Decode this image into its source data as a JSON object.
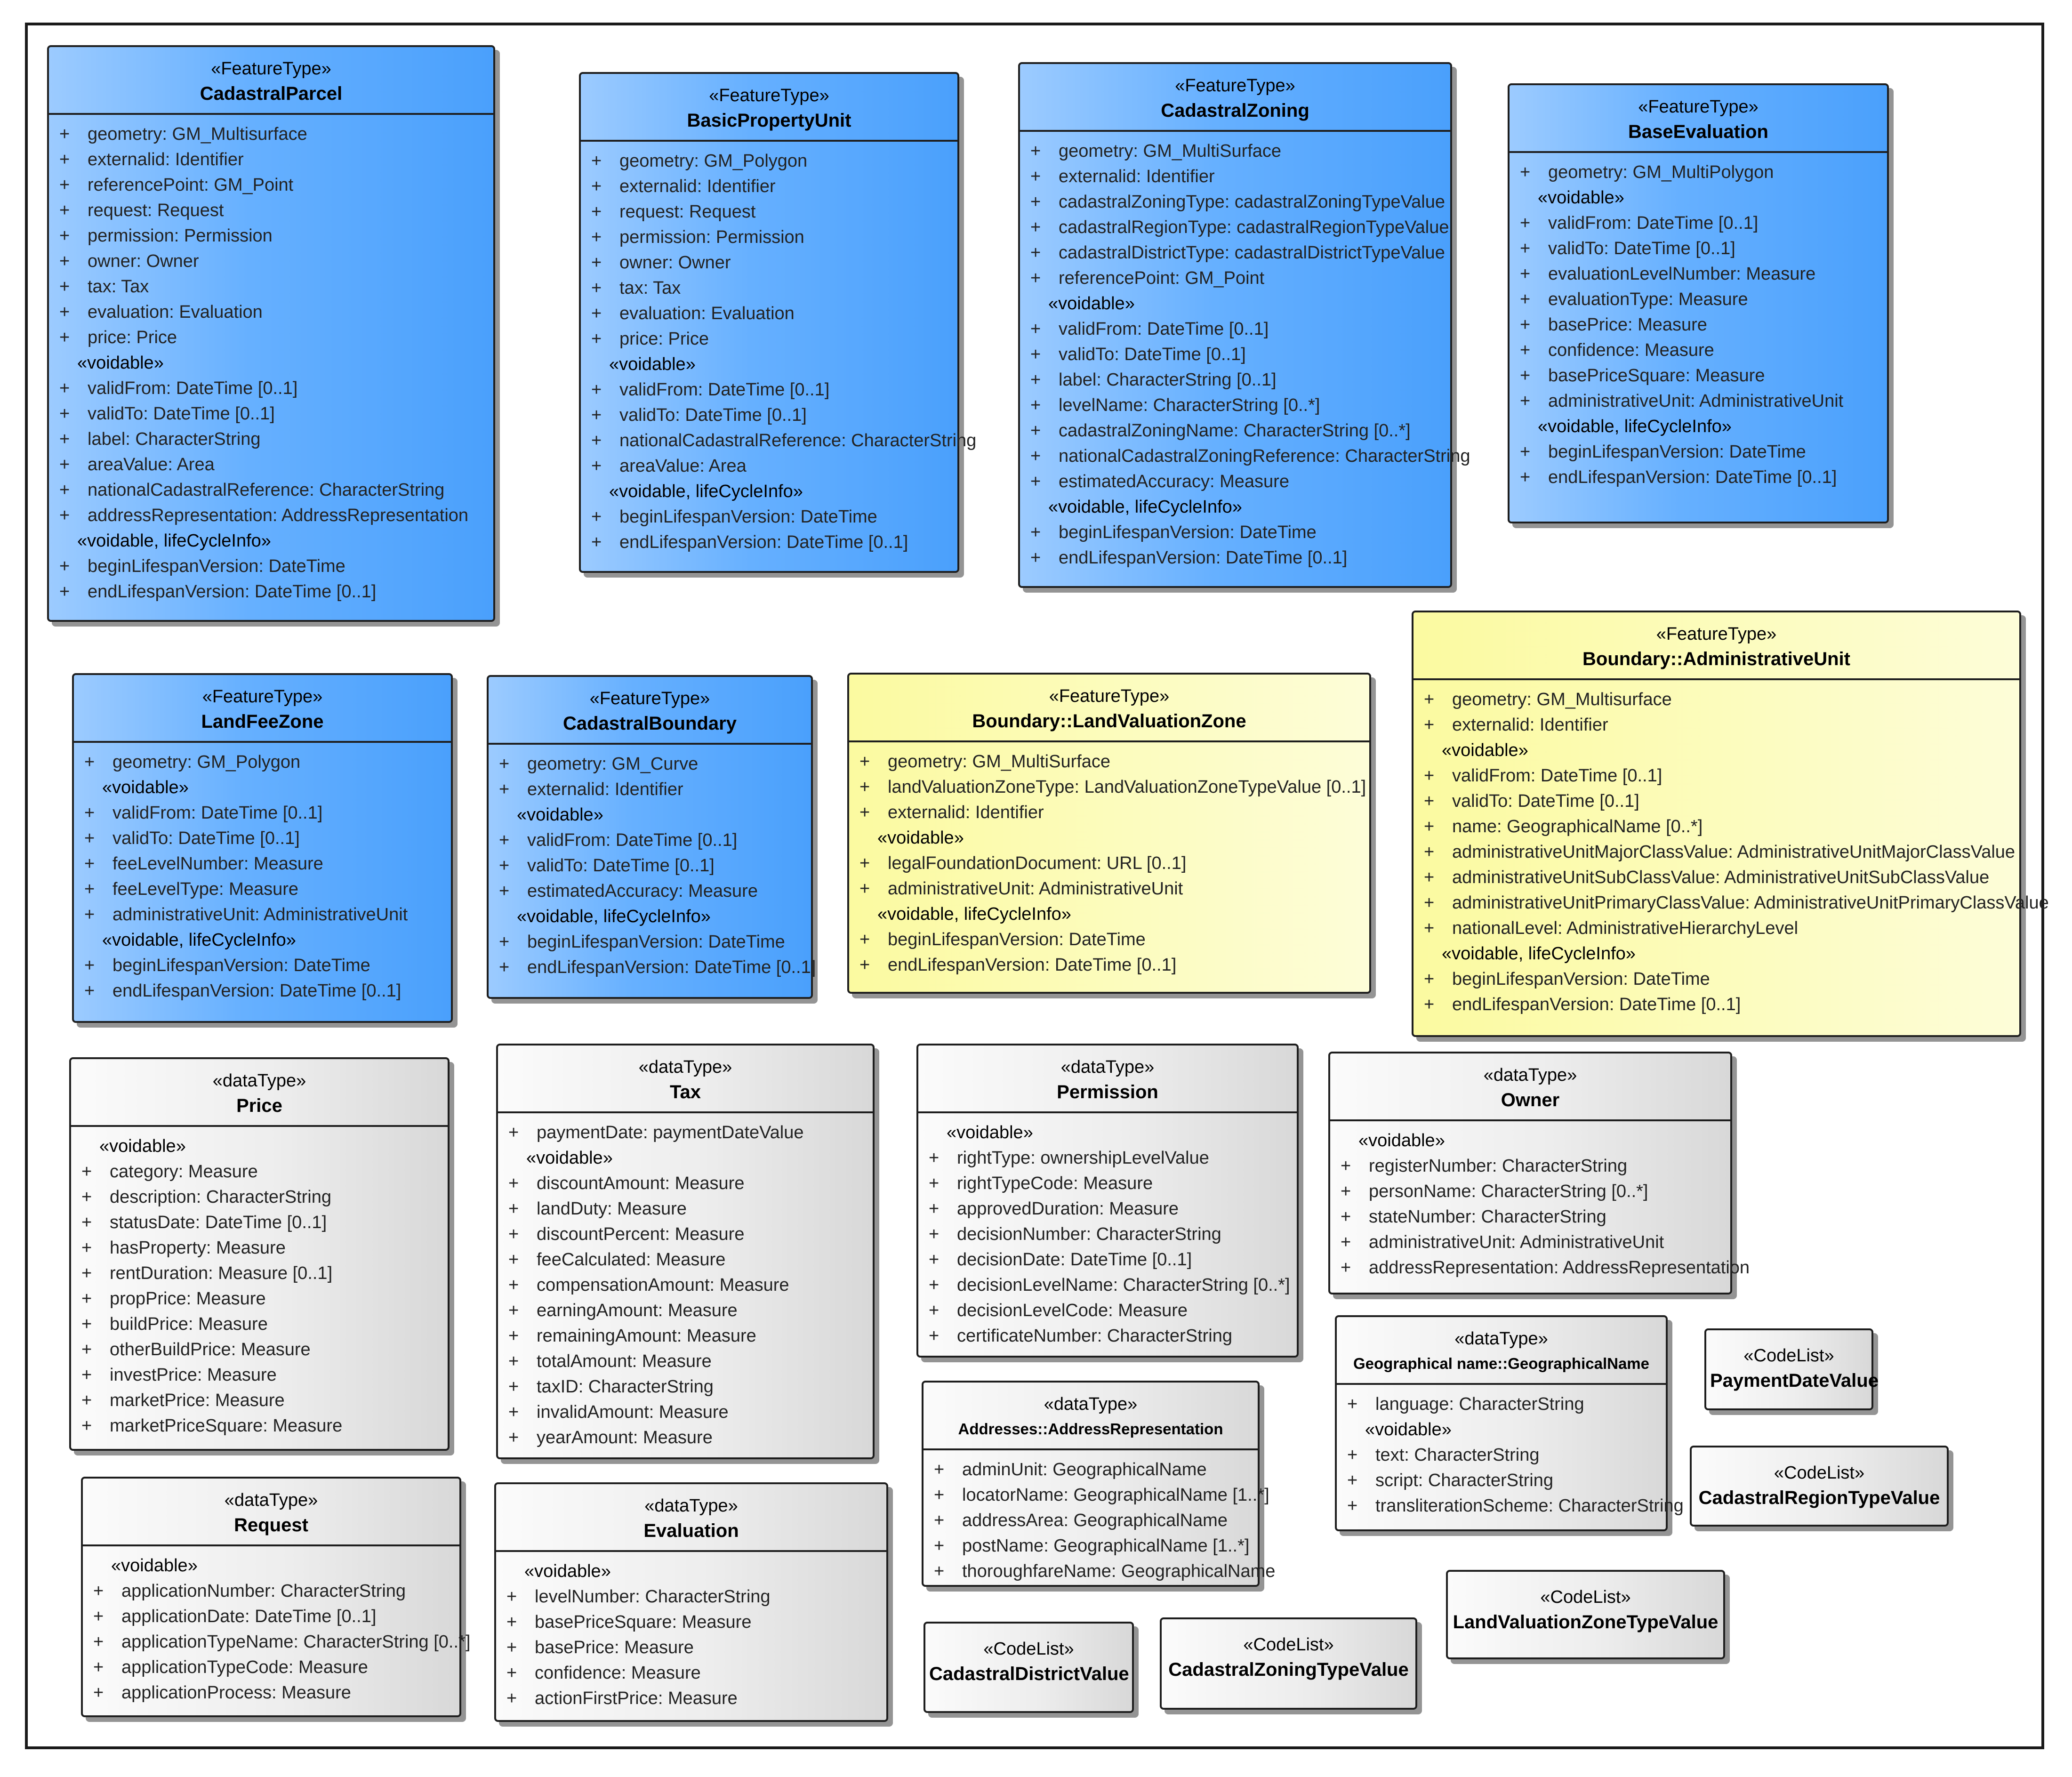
{
  "classes": [
    {
      "id": "cadastral-parcel",
      "style": "blue",
      "stereotype": "«FeatureType»",
      "name": "CadastralParcel",
      "sections": [
        {
          "label": "",
          "attrs": [
            "geometry: GM_Multisurface",
            "externalid: Identifier",
            "referencePoint: GM_Point",
            "request: Request",
            "permission: Permission",
            "owner: Owner",
            "tax: Tax",
            "evaluation: Evaluation",
            "price: Price"
          ]
        },
        {
          "label": "«voidable»",
          "attrs": [
            "validFrom: DateTime [0..1]",
            "validTo: DateTime [0..1]",
            "label: CharacterString",
            "areaValue: Area",
            "nationalCadastralReference: CharacterString",
            "addressRepresentation: AddressRepresentation"
          ]
        },
        {
          "label": "«voidable, lifeCycleInfo»",
          "attrs": [
            "beginLifespanVersion: DateTime",
            "endLifespanVersion: DateTime [0..1]"
          ]
        }
      ]
    },
    {
      "id": "basic-property-unit",
      "style": "blue",
      "stereotype": "«FeatureType»",
      "name": "BasicPropertyUnit",
      "sections": [
        {
          "label": "",
          "attrs": [
            "geometry: GM_Polygon",
            "externalid: Identifier",
            "request: Request",
            "permission: Permission",
            "owner: Owner",
            "tax: Tax",
            "evaluation: Evaluation",
            "price: Price"
          ]
        },
        {
          "label": "«voidable»",
          "attrs": [
            "validFrom: DateTime [0..1]",
            "validTo: DateTime [0..1]",
            "nationalCadastralReference: CharacterString",
            "areaValue: Area"
          ]
        },
        {
          "label": "«voidable, lifeCycleInfo»",
          "attrs": [
            "beginLifespanVersion: DateTime",
            "endLifespanVersion: DateTime [0..1]"
          ]
        }
      ]
    },
    {
      "id": "cadastral-zoning",
      "style": "blue",
      "stereotype": "«FeatureType»",
      "name": "CadastralZoning",
      "sections": [
        {
          "label": "",
          "attrs": [
            "geometry: GM_MultiSurface",
            "externalid: Identifier",
            "cadastralZoningType: cadastralZoningTypeValue",
            "cadastralRegionType: cadastralRegionTypeValue",
            "cadastralDistrictType: cadastralDistrictTypeValue",
            "referencePoint: GM_Point"
          ]
        },
        {
          "label": "«voidable»",
          "attrs": [
            "validFrom: DateTime [0..1]",
            "validTo: DateTime [0..1]",
            "label: CharacterString [0..1]",
            "levelName: CharacterString [0..*]",
            "cadastralZoningName: CharacterString [0..*]",
            "nationalCadastralZoningReference: CharacterString",
            "estimatedAccuracy: Measure"
          ]
        },
        {
          "label": "«voidable, lifeCycleInfo»",
          "attrs": [
            "beginLifespanVersion: DateTime",
            "endLifespanVersion: DateTime [0..1]"
          ]
        }
      ]
    },
    {
      "id": "base-evaluation",
      "style": "blue",
      "stereotype": "«FeatureType»",
      "name": "BaseEvaluation",
      "sections": [
        {
          "label": "",
          "attrs": [
            "geometry: GM_MultiPolygon"
          ]
        },
        {
          "label": "«voidable»",
          "attrs": [
            "validFrom: DateTime [0..1]",
            "validTo: DateTime [0..1]",
            "evaluationLevelNumber: Measure",
            "evaluationType: Measure",
            "basePrice: Measure",
            "confidence: Measure",
            "basePriceSquare: Measure",
            "administrativeUnit: AdministrativeUnit"
          ]
        },
        {
          "label": "«voidable, lifeCycleInfo»",
          "attrs": [
            "beginLifespanVersion: DateTime",
            "endLifespanVersion: DateTime [0..1]"
          ]
        }
      ]
    },
    {
      "id": "land-fee-zone",
      "style": "blue",
      "stereotype": "«FeatureType»",
      "name": "LandFeeZone",
      "sections": [
        {
          "label": "",
          "attrs": [
            "geometry: GM_Polygon"
          ]
        },
        {
          "label": "«voidable»",
          "attrs": [
            "validFrom: DateTime [0..1]",
            "validTo: DateTime [0..1]",
            "feeLevelNumber: Measure",
            "feeLevelType: Measure",
            "administrativeUnit: AdministrativeUnit"
          ]
        },
        {
          "label": "«voidable, lifeCycleInfo»",
          "attrs": [
            "beginLifespanVersion: DateTime",
            "endLifespanVersion: DateTime [0..1]"
          ]
        }
      ]
    },
    {
      "id": "cadastral-boundary",
      "style": "blue",
      "stereotype": "«FeatureType»",
      "name": "CadastralBoundary",
      "sections": [
        {
          "label": "",
          "attrs": [
            "geometry: GM_Curve",
            "externalid: Identifier"
          ]
        },
        {
          "label": "«voidable»",
          "attrs": [
            "validFrom: DateTime [0..1]",
            "validTo: DateTime [0..1]",
            "estimatedAccuracy: Measure"
          ]
        },
        {
          "label": "«voidable, lifeCycleInfo»",
          "attrs": [
            "beginLifespanVersion: DateTime",
            "endLifespanVersion: DateTime [0..1]"
          ]
        }
      ]
    },
    {
      "id": "land-valuation-zone",
      "style": "yellow",
      "stereotype": "«FeatureType»",
      "name": "Boundary::LandValuationZone",
      "sections": [
        {
          "label": "",
          "attrs": [
            "geometry: GM_MultiSurface",
            "landValuationZoneType: LandValuationZoneTypeValue [0..1]",
            "externalid: Identifier"
          ]
        },
        {
          "label": "«voidable»",
          "attrs": [
            "legalFoundationDocument: URL [0..1]",
            "administrativeUnit: AdministrativeUnit"
          ]
        },
        {
          "label": "«voidable, lifeCycleInfo»",
          "attrs": [
            "beginLifespanVersion: DateTime",
            "endLifespanVersion: DateTime [0..1]"
          ]
        }
      ]
    },
    {
      "id": "administrative-unit",
      "style": "yellow",
      "stereotype": "«FeatureType»",
      "name": "Boundary::AdministrativeUnit",
      "sections": [
        {
          "label": "",
          "attrs": [
            "geometry: GM_Multisurface",
            "externalid: Identifier"
          ]
        },
        {
          "label": "«voidable»",
          "attrs": [
            "validFrom: DateTime [0..1]",
            "validTo: DateTime [0..1]",
            "name: GeographicalName [0..*]",
            "administrativeUnitMajorClassValue: AdministrativeUnitMajorClassValue",
            "administrativeUnitSubClassValue: AdministrativeUnitSubClassValue",
            "administrativeUnitPrimaryClassValue: AdministrativeUnitPrimaryClassValue",
            "nationalLevel: AdministrativeHierarchyLevel"
          ]
        },
        {
          "label": "«voidable, lifeCycleInfo»",
          "attrs": [
            "beginLifespanVersion: DateTime",
            "endLifespanVersion: DateTime [0..1]"
          ]
        }
      ]
    },
    {
      "id": "price",
      "style": "grey",
      "stereotype": "«dataType»",
      "name": "Price",
      "sections": [
        {
          "label": "«voidable»",
          "attrs": [
            "category: Measure",
            "description: CharacterString",
            "statusDate: DateTime [0..1]",
            "hasProperty: Measure",
            "rentDuration: Measure [0..1]",
            "propPrice: Measure",
            "buildPrice: Measure",
            "otherBuildPrice: Measure",
            "investPrice: Measure",
            "marketPrice: Measure",
            "marketPriceSquare: Measure"
          ]
        }
      ]
    },
    {
      "id": "tax",
      "style": "grey",
      "stereotype": "«dataType»",
      "name": "Tax",
      "sections": [
        {
          "label": "",
          "attrs": [
            "paymentDate: paymentDateValue"
          ]
        },
        {
          "label": "«voidable»",
          "attrs": [
            "discountAmount: Measure",
            "landDuty: Measure",
            "discountPercent: Measure",
            "feeCalculated: Measure",
            "compensationAmount: Measure",
            "earningAmount: Measure",
            "remainingAmount: Measure",
            "totalAmount: Measure",
            "taxID: CharacterString",
            "invalidAmount: Measure",
            "yearAmount: Measure"
          ]
        }
      ]
    },
    {
      "id": "permission",
      "style": "grey",
      "stereotype": "«dataType»",
      "name": "Permission",
      "sections": [
        {
          "label": "«voidable»",
          "attrs": [
            "rightType: ownershipLevelValue",
            "rightTypeCode: Measure",
            "approvedDuration: Measure",
            "decisionNumber: CharacterString",
            "decisionDate: DateTime [0..1]",
            "decisionLevelName: CharacterString [0..*]",
            "decisionLevelCode: Measure",
            "certificateNumber: CharacterString"
          ]
        }
      ]
    },
    {
      "id": "owner",
      "style": "grey",
      "stereotype": "«dataType»",
      "name": "Owner",
      "sections": [
        {
          "label": "«voidable»",
          "attrs": [
            "registerNumber: CharacterString",
            "personName: CharacterString [0..*]",
            "stateNumber: CharacterString",
            "administrativeUnit: AdministrativeUnit",
            "addressRepresentation: AddressRepresentation"
          ]
        }
      ]
    },
    {
      "id": "request",
      "style": "grey",
      "stereotype": "«dataType»",
      "name": "Request",
      "sections": [
        {
          "label": "«voidable»",
          "attrs": [
            "applicationNumber: CharacterString",
            "applicationDate: DateTime [0..1]",
            "applicationTypeName: CharacterString [0..*]",
            "applicationTypeCode: Measure",
            "applicationProcess: Measure"
          ]
        }
      ]
    },
    {
      "id": "evaluation",
      "style": "grey",
      "stereotype": "«dataType»",
      "name": "Evaluation",
      "sections": [
        {
          "label": "«voidable»",
          "attrs": [
            "levelNumber: CharacterString",
            "basePriceSquare: Measure",
            "basePrice: Measure",
            "confidence: Measure",
            "actionFirstPrice: Measure"
          ]
        }
      ]
    },
    {
      "id": "address-representation",
      "style": "grey",
      "small": true,
      "stereotype": "«dataType»",
      "name": "Addresses::AddressRepresentation",
      "sections": [
        {
          "label": "",
          "attrs": [
            "adminUnit: GeographicalName",
            "locatorName: GeographicalName [1..*]",
            "addressArea: GeographicalName",
            "postName: GeographicalName [1..*]",
            "thoroughfareName: GeographicalName"
          ]
        }
      ]
    },
    {
      "id": "geographical-name",
      "style": "grey",
      "small": true,
      "stereotype": "«dataType»",
      "name": "Geographical name::GeographicalName",
      "sections": [
        {
          "label": "",
          "attrs": [
            "language: CharacterString"
          ]
        },
        {
          "label": "«voidable»",
          "attrs": [
            "text: CharacterString",
            "script: CharacterString",
            "transliterationScheme: CharacterString"
          ]
        }
      ]
    },
    {
      "id": "payment-date-value",
      "style": "grey",
      "codelist": true,
      "stereotype": "«CodeList»",
      "name": "PaymentDateValue",
      "sections": []
    },
    {
      "id": "cadastral-region-type-value",
      "style": "grey",
      "codelist": true,
      "stereotype": "«CodeList»",
      "name": "CadastralRegionTypeValue",
      "sections": []
    },
    {
      "id": "land-valuation-zone-type-value",
      "style": "grey",
      "codelist": true,
      "stereotype": "«CodeList»",
      "name": "LandValuationZoneTypeValue",
      "sections": []
    },
    {
      "id": "cadastral-district-value",
      "style": "grey",
      "codelist": true,
      "stereotype": "«CodeList»",
      "name": "CadastralDistrictValue",
      "sections": []
    },
    {
      "id": "cadastral-zoning-type-value",
      "style": "grey",
      "codelist": true,
      "stereotype": "«CodeList»",
      "name": "CadastralZoningTypeValue",
      "sections": []
    }
  ]
}
